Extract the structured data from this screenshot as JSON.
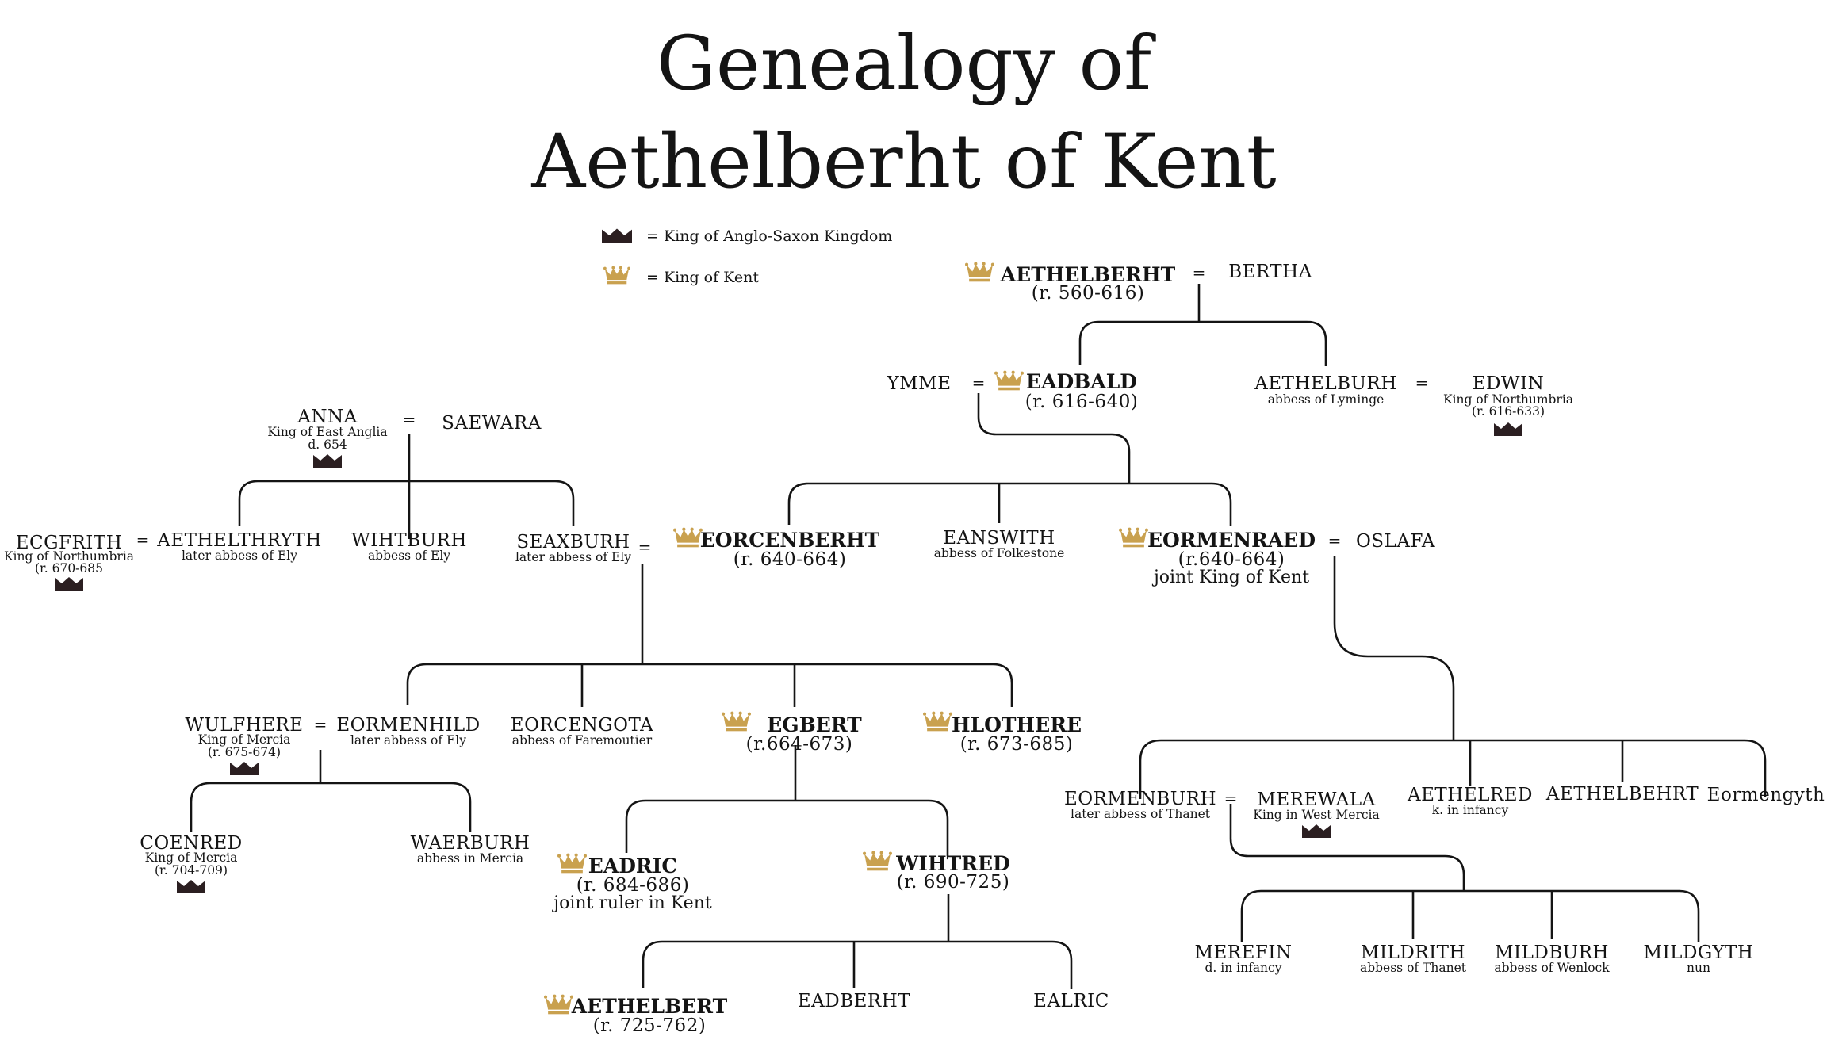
{
  "title": {
    "line1": "Genealogy of",
    "line2": "Aethelberht of Kent"
  },
  "colors": {
    "gold_crown": "#c9a14f",
    "dark_crown": "#2b1f21",
    "ink": "#141414"
  },
  "legend": [
    {
      "icon": "dark-crown-icon",
      "text": "= King of Anglo-Saxon Kingdom"
    },
    {
      "icon": "gold-crown-icon",
      "text": "= King of Kent"
    }
  ],
  "equals": "=",
  "people": {
    "aethelberht": {
      "name": "AETHELBERHT",
      "detail": "(r. 560-616)"
    },
    "bertha": {
      "name": "BERTHA"
    },
    "ymme": {
      "name": "YMME"
    },
    "eadbald": {
      "name": "EADBALD",
      "detail": "(r. 616-640)"
    },
    "aethelburh": {
      "name": "AETHELBURH",
      "note": "abbess of Lyminge"
    },
    "edwin": {
      "name": "EDWIN",
      "note1": "King of Northumbria",
      "note2": "(r. 616-633)"
    },
    "anna": {
      "name": "ANNA",
      "note1": "King of East Anglia",
      "note2": "d. 654"
    },
    "saewara": {
      "name": "SAEWARA"
    },
    "ecgfrith": {
      "name": "ECGFRITH",
      "note1": "King of Northumbria",
      "note2": "(r. 670-685"
    },
    "aethelthryth": {
      "name": "AETHELTHRYTH",
      "note": "later abbess of Ely"
    },
    "wihtburh": {
      "name": "WIHTBURH",
      "note": "abbess of Ely"
    },
    "seaxburh": {
      "name": "SEAXBURH",
      "note": "later abbess of Ely"
    },
    "eorcenberht": {
      "name": "EORCENBERHT",
      "detail": "(r. 640-664)"
    },
    "eanswith": {
      "name": "EANSWITH",
      "note": "abbess of Folkestone"
    },
    "eormenraed": {
      "name": "EORMENRAED",
      "detail": "(r.640-664)",
      "detail2": "joint King of Kent"
    },
    "oslafa": {
      "name": "OSLAFA"
    },
    "wulfhere": {
      "name": "WULFHERE",
      "note1": "King of Mercia",
      "note2": "(r. 675-674)"
    },
    "eormenhild": {
      "name": "EORMENHILD",
      "note": "later abbess of Ely"
    },
    "eorcengota": {
      "name": "EORCENGOTA",
      "note": "abbess of Faremoutier"
    },
    "egbert": {
      "name": "EGBERT",
      "detail": "(r.664-673)"
    },
    "hlothere": {
      "name": "HLOTHERE",
      "detail": "(r. 673-685)"
    },
    "coenred": {
      "name": "COENRED",
      "note1": "King of Mercia",
      "note2": "(r. 704-709)"
    },
    "waerburh": {
      "name": "WAERBURH",
      "note": "abbess in Mercia"
    },
    "eadric": {
      "name": "EADRIC",
      "detail": "(r. 684-686)",
      "detail2": "joint ruler in Kent"
    },
    "wihtred": {
      "name": "WIHTRED",
      "detail": "(r. 690-725)"
    },
    "aethelbert": {
      "name": "AETHELBERT",
      "detail": "(r. 725-762)"
    },
    "eadberht": {
      "name": "EADBERHT"
    },
    "ealric": {
      "name": "EALRIC"
    },
    "eormenburh": {
      "name": "EORMENBURH",
      "note": "later abbess of Thanet"
    },
    "merewala": {
      "name": "MEREWALA",
      "note": "King in West Mercia"
    },
    "aethelred": {
      "name": "AETHELRED",
      "note": "k. in infancy"
    },
    "aethelbehrt": {
      "name": "AETHELBEHRT"
    },
    "eormengyth": {
      "name": "Eormengyth"
    },
    "merefin": {
      "name": "MEREFIN",
      "note": "d. in infancy"
    },
    "mildrith": {
      "name": "MILDRITH",
      "note": "abbess of Thanet"
    },
    "mildburh": {
      "name": "MILDBURH",
      "note": "abbess of Wenlock"
    },
    "mildgyth": {
      "name": "MILDGYTH",
      "note": "nun"
    }
  }
}
